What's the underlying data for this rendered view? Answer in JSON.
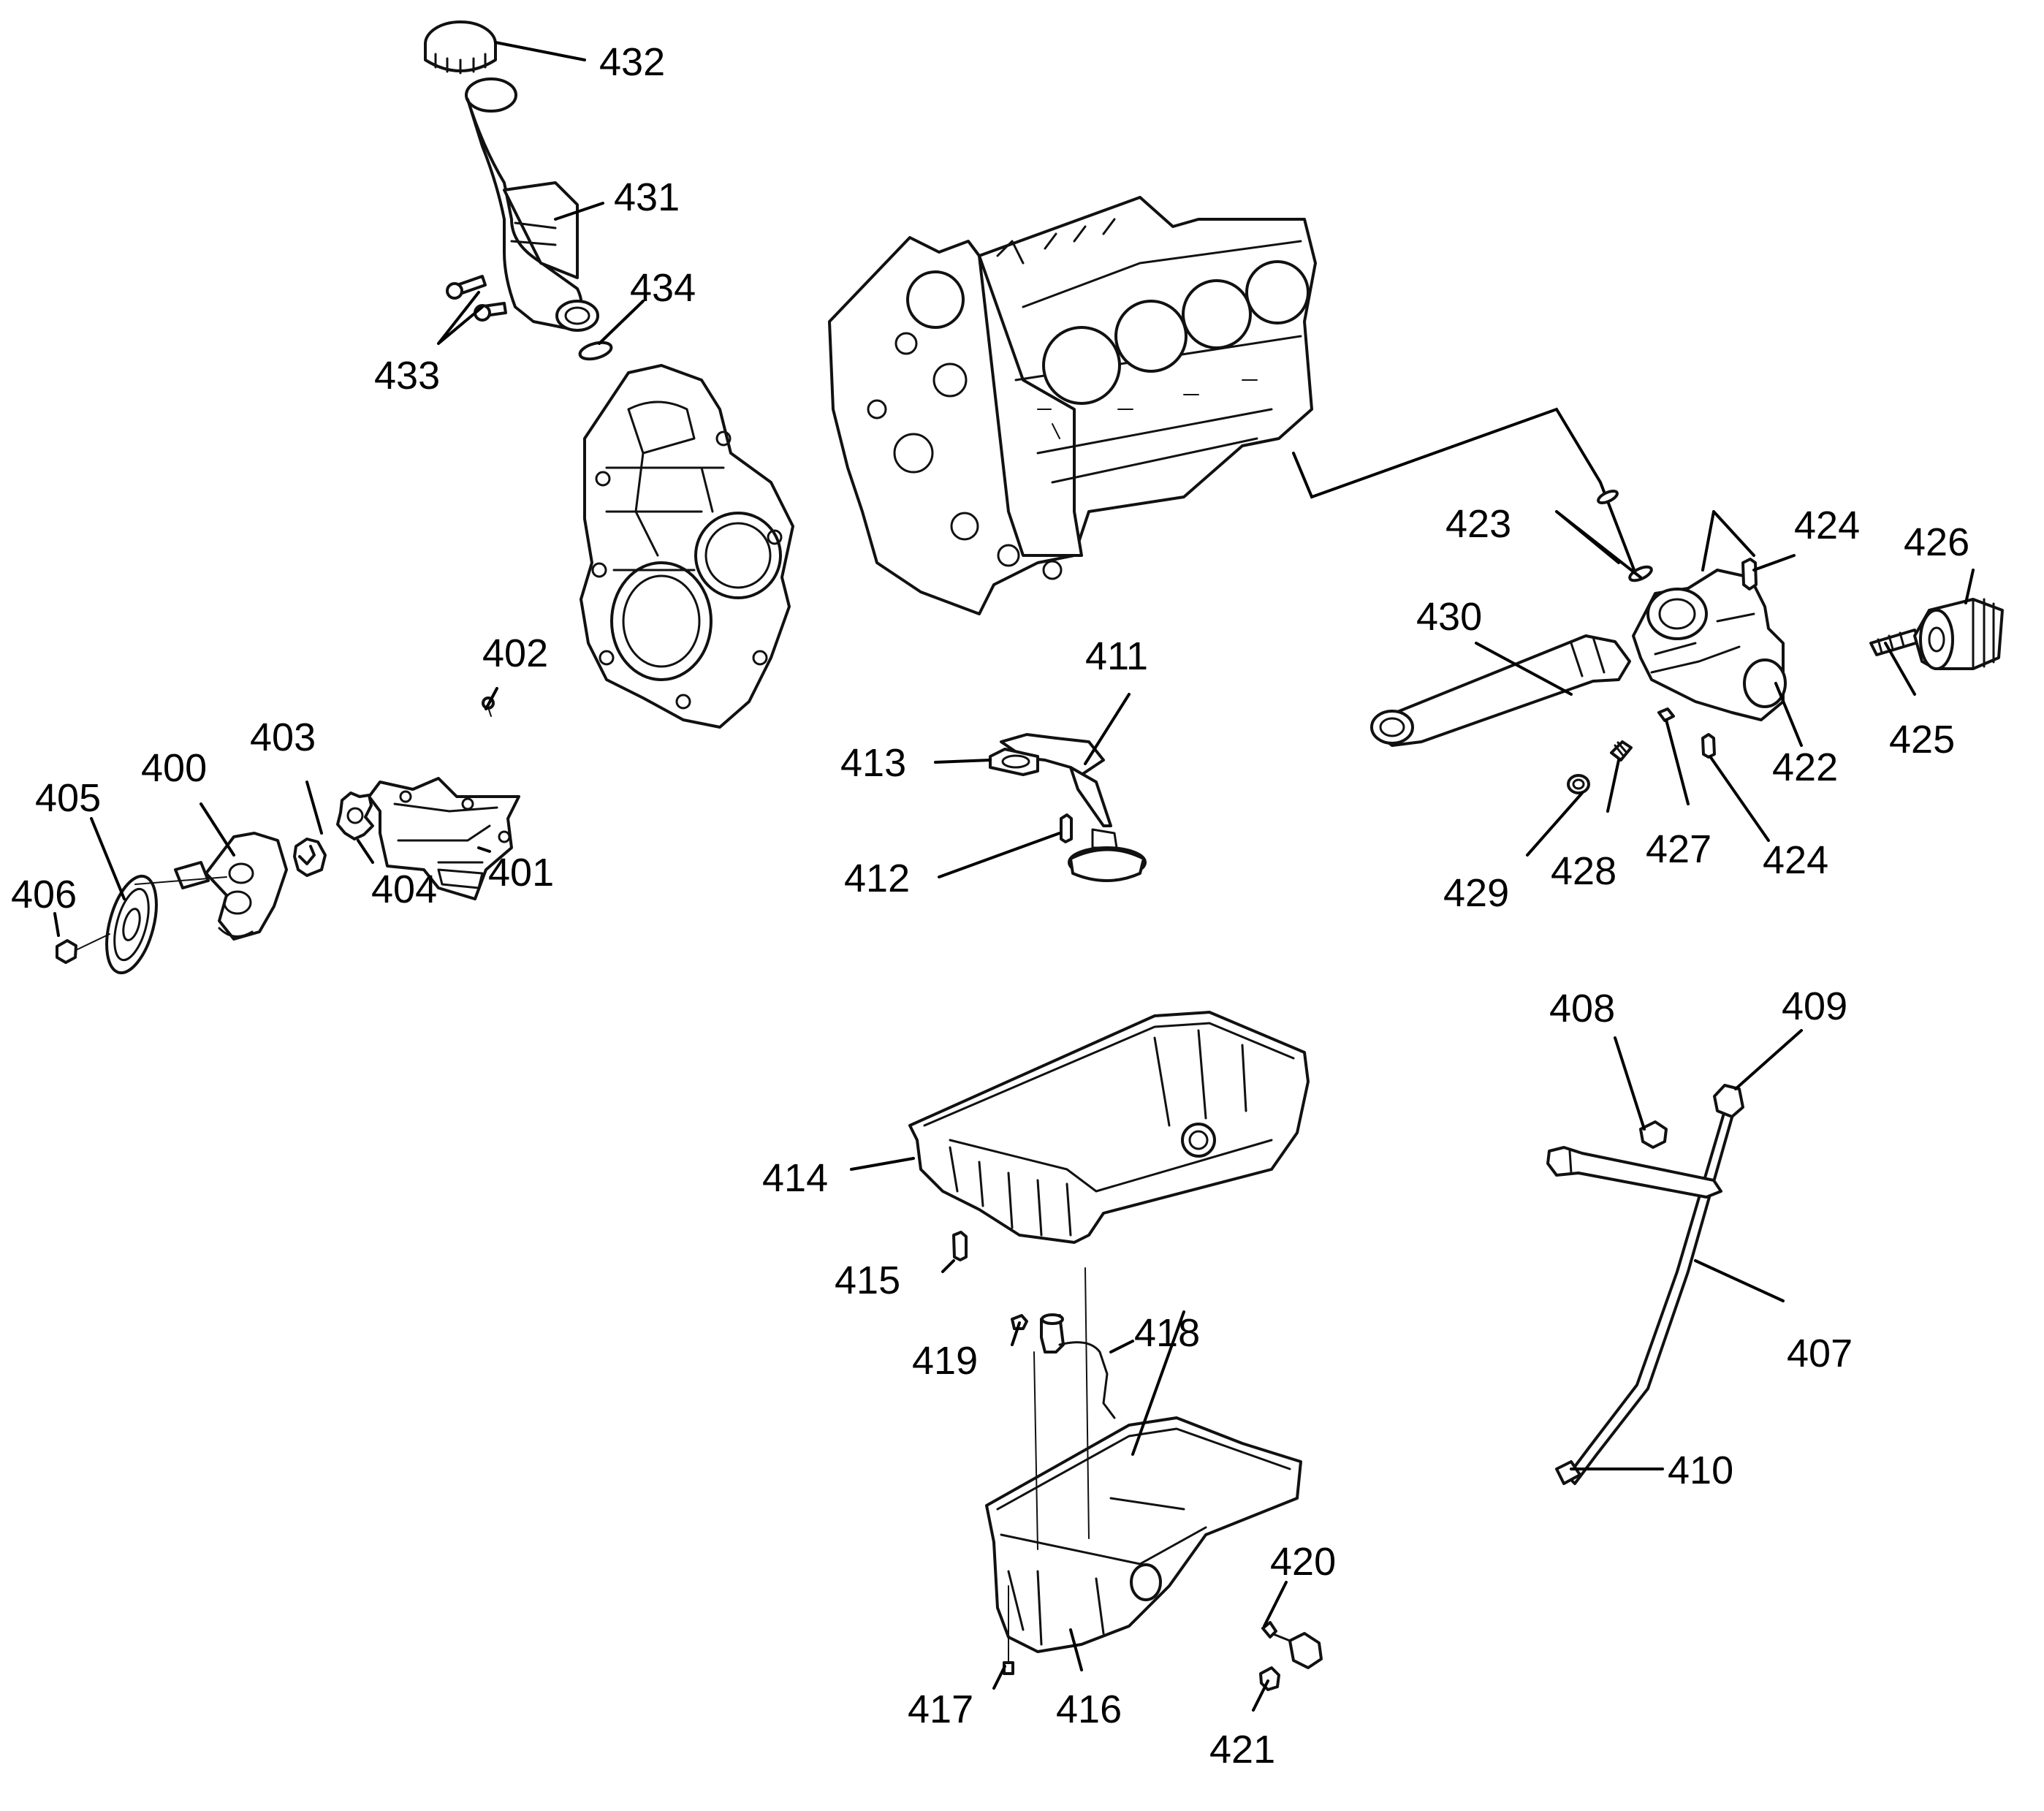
{
  "figure": {
    "title": "",
    "callouts": [
      {
        "id": "c400",
        "label": "400"
      },
      {
        "id": "c401",
        "label": "401"
      },
      {
        "id": "c402",
        "label": "402"
      },
      {
        "id": "c403",
        "label": "403"
      },
      {
        "id": "c404",
        "label": "404"
      },
      {
        "id": "c405",
        "label": "405"
      },
      {
        "id": "c406",
        "label": "406"
      },
      {
        "id": "c407",
        "label": "407"
      },
      {
        "id": "c408",
        "label": "408"
      },
      {
        "id": "c409",
        "label": "409"
      },
      {
        "id": "c410",
        "label": "410"
      },
      {
        "id": "c411",
        "label": "411"
      },
      {
        "id": "c412",
        "label": "412"
      },
      {
        "id": "c413",
        "label": "413"
      },
      {
        "id": "c414",
        "label": "414"
      },
      {
        "id": "c415",
        "label": "415"
      },
      {
        "id": "c416",
        "label": "416"
      },
      {
        "id": "c417",
        "label": "417"
      },
      {
        "id": "c418",
        "label": "418"
      },
      {
        "id": "c419",
        "label": "419"
      },
      {
        "id": "c420",
        "label": "420"
      },
      {
        "id": "c421",
        "label": "421"
      },
      {
        "id": "c422",
        "label": "422"
      },
      {
        "id": "c423",
        "label": "423"
      },
      {
        "id": "c424a",
        "label": "424"
      },
      {
        "id": "c424b",
        "label": "424"
      },
      {
        "id": "c425",
        "label": "425"
      },
      {
        "id": "c426",
        "label": "426"
      },
      {
        "id": "c427",
        "label": "427"
      },
      {
        "id": "c428",
        "label": "428"
      },
      {
        "id": "c429",
        "label": "429"
      },
      {
        "id": "c430",
        "label": "430"
      },
      {
        "id": "c431",
        "label": "431"
      },
      {
        "id": "c432",
        "label": "432"
      },
      {
        "id": "c433",
        "label": "433"
      },
      {
        "id": "c434",
        "label": "434"
      }
    ]
  }
}
